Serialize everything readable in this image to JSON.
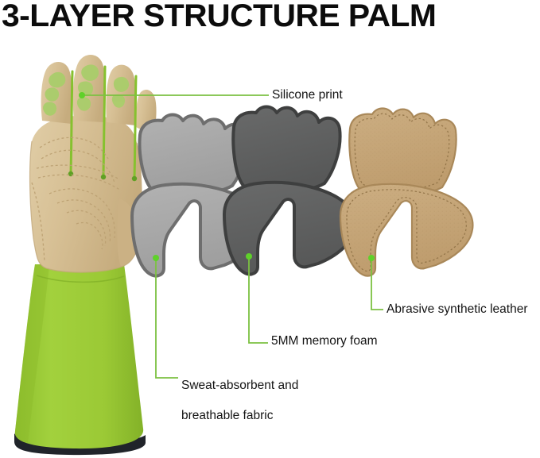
{
  "page": {
    "title": "3-LAYER STRUCTURE PALM",
    "background_color": "#ffffff"
  },
  "colors": {
    "title_text": "#0c0c0c",
    "label_text": "#141414",
    "leader_line": "#7CC142",
    "leader_dot": "#5FD12A",
    "glove_cuff_green": "#9ACB36",
    "glove_cuff_green_dark": "#84B52C",
    "glove_cuff_binding": "#20242a",
    "glove_palm_tan": "#D9C49A",
    "glove_palm_tan_shadow": "#C9B283",
    "silicone_print_green": "#8CC63F",
    "layer_fabric_gray": "#A8A8A8",
    "layer_fabric_gray_outline": "#6E6E6E",
    "layer_foam_dark_gray": "#5F6060",
    "layer_foam_dark_gray_outline": "#3E3F3F",
    "layer_leather_tan": "#C6A679",
    "layer_leather_tan_outline": "#A98859",
    "layer_leather_stitch": "#8A6C41"
  },
  "labels": {
    "silicone_print": "Silicone print",
    "abrasive_leather": "Abrasive synthetic leather",
    "memory_foam": "5MM memory foam",
    "sweat_fabric_line1": "Sweat-absorbent and",
    "sweat_fabric_line2": "breathable fabric"
  },
  "layers": [
    {
      "name": "outer-glove",
      "material": "Silicone print on tan leather palm with green fabric cuff",
      "label_ref": "silicone_print"
    },
    {
      "name": "sweat-absorbent-breathable-fabric",
      "material": "Light gray fabric lining",
      "label_ref": "sweat_fabric"
    },
    {
      "name": "memory-foam",
      "material": "5MM dark gray memory foam",
      "label_ref": "memory_foam"
    },
    {
      "name": "abrasive-synthetic-leather",
      "material": "Tan stitched synthetic leather",
      "label_ref": "abrasive_leather"
    }
  ],
  "leaders": [
    {
      "name": "silicone-print-leader",
      "dot": [
        103,
        120
      ],
      "path": "horizontal-right",
      "end": [
        338,
        120
      ]
    },
    {
      "name": "fabric-leader",
      "dot": [
        196,
        325
      ],
      "path": "down-then-right",
      "end": [
        224,
        476
      ]
    },
    {
      "name": "memory-foam-leader",
      "dot": [
        313,
        323
      ],
      "path": "down-then-right",
      "end": [
        337,
        432
      ]
    },
    {
      "name": "leather-leader",
      "dot": [
        467,
        325
      ],
      "path": "down-then-right",
      "end": [
        482,
        390
      ]
    }
  ]
}
